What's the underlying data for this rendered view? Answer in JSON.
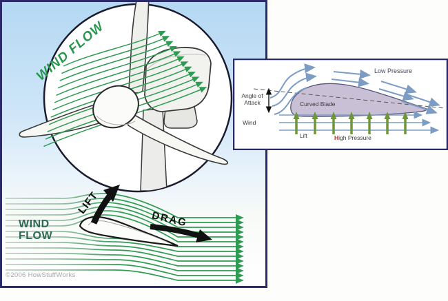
{
  "main_diagram": {
    "wind_flow_rotated": "WIND FLOW",
    "wind_flow_line1": "WIND",
    "wind_flow_line2": "FLOW",
    "lift_label": "LIFT",
    "drag_label": "DRAG",
    "copyright": "©2006 HowStuffWorks"
  },
  "inset_diagram": {
    "low_pressure": "Low Pressure",
    "angle_of_attack_line1": "Angle of",
    "angle_of_attack_line2": "Attack",
    "curved_blade": "Curved Blade",
    "wind": "Wind",
    "lift": "Lift",
    "high_pressure_initial": "H",
    "high_pressure_rest": "igh Pressure"
  },
  "colors": {
    "panel_border": "#2b2a68",
    "stream_green": "#2f9b52",
    "stream_green_faded": "#c4d2c6",
    "dark_green_text": "#2c6b51",
    "inset_blue": "#7d9cc4",
    "inset_lift_green": "#6f953a",
    "airfoil_lavender": "#c9c0d6",
    "sky_top": "#b4d8f3",
    "high_pressure_red": "#c03030"
  }
}
